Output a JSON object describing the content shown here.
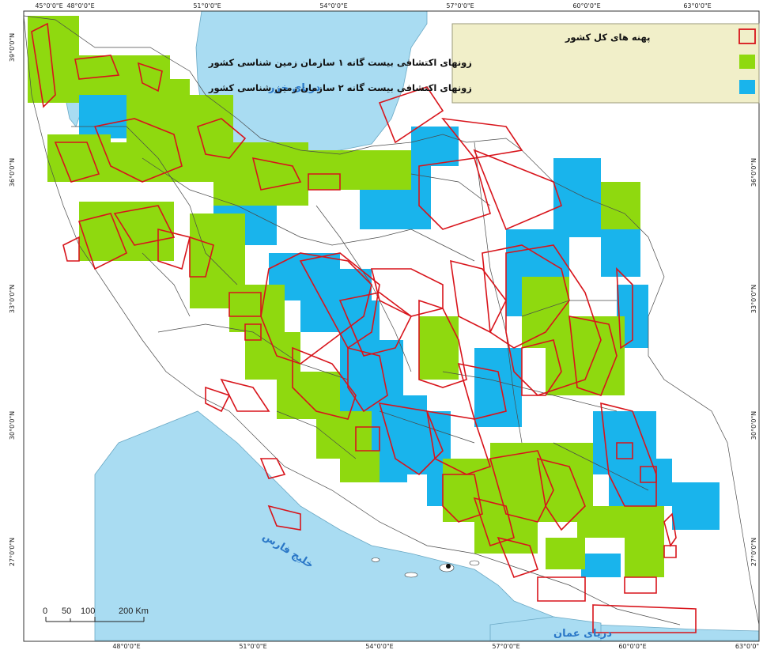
{
  "legend": {
    "items": [
      {
        "label": "پهنه های کل کشور",
        "symbol": "outline",
        "color": "#d8141b"
      },
      {
        "label": "زونهای اکتشافی بیست گانه ۱ سازمان زمین شناسی کشور",
        "symbol": "fill",
        "color": "#8fd90f"
      },
      {
        "label": "زونهای اکتشافی بیست گانه ۲ سازمان زمین شناسی کشور",
        "symbol": "fill",
        "color": "#19b4ec"
      }
    ]
  },
  "water_labels": {
    "caspian": "دریای خزر",
    "persian_gulf": "خلیج فارس",
    "oman_sea": "دریای عمان"
  },
  "graticule": {
    "lon_top": [
      "45°0'0\"E",
      "48°0'0\"E",
      "51°0'0\"E",
      "54°0'0\"E",
      "57°0'0\"E",
      "60°0'0\"E",
      "63°0'0\"E"
    ],
    "lon_bottom": [
      "48°0'0\"E",
      "51°0'0\"E",
      "54°0'0\"E",
      "57°0'0\"E",
      "60°0'0\"E",
      "63°0'0\""
    ],
    "lat_left": [
      "39°0'0\"N",
      "36°0'0\"N",
      "33°0'0\"N",
      "30°0'0\"N",
      "27°0'0\"N"
    ],
    "lat_right": [
      "36°0'0\"N",
      "33°0'0\"N",
      "30°0'0\"N",
      "27°0'0\"N"
    ]
  },
  "scalebar": {
    "labels": [
      "0",
      "50",
      "100",
      "200 Km"
    ]
  },
  "colors": {
    "water": "#a9dcf2",
    "zone1": "#8fd90f",
    "zone2": "#19b4ec",
    "polygons": "#d8141b",
    "legend_bg": "#f1efc9"
  }
}
